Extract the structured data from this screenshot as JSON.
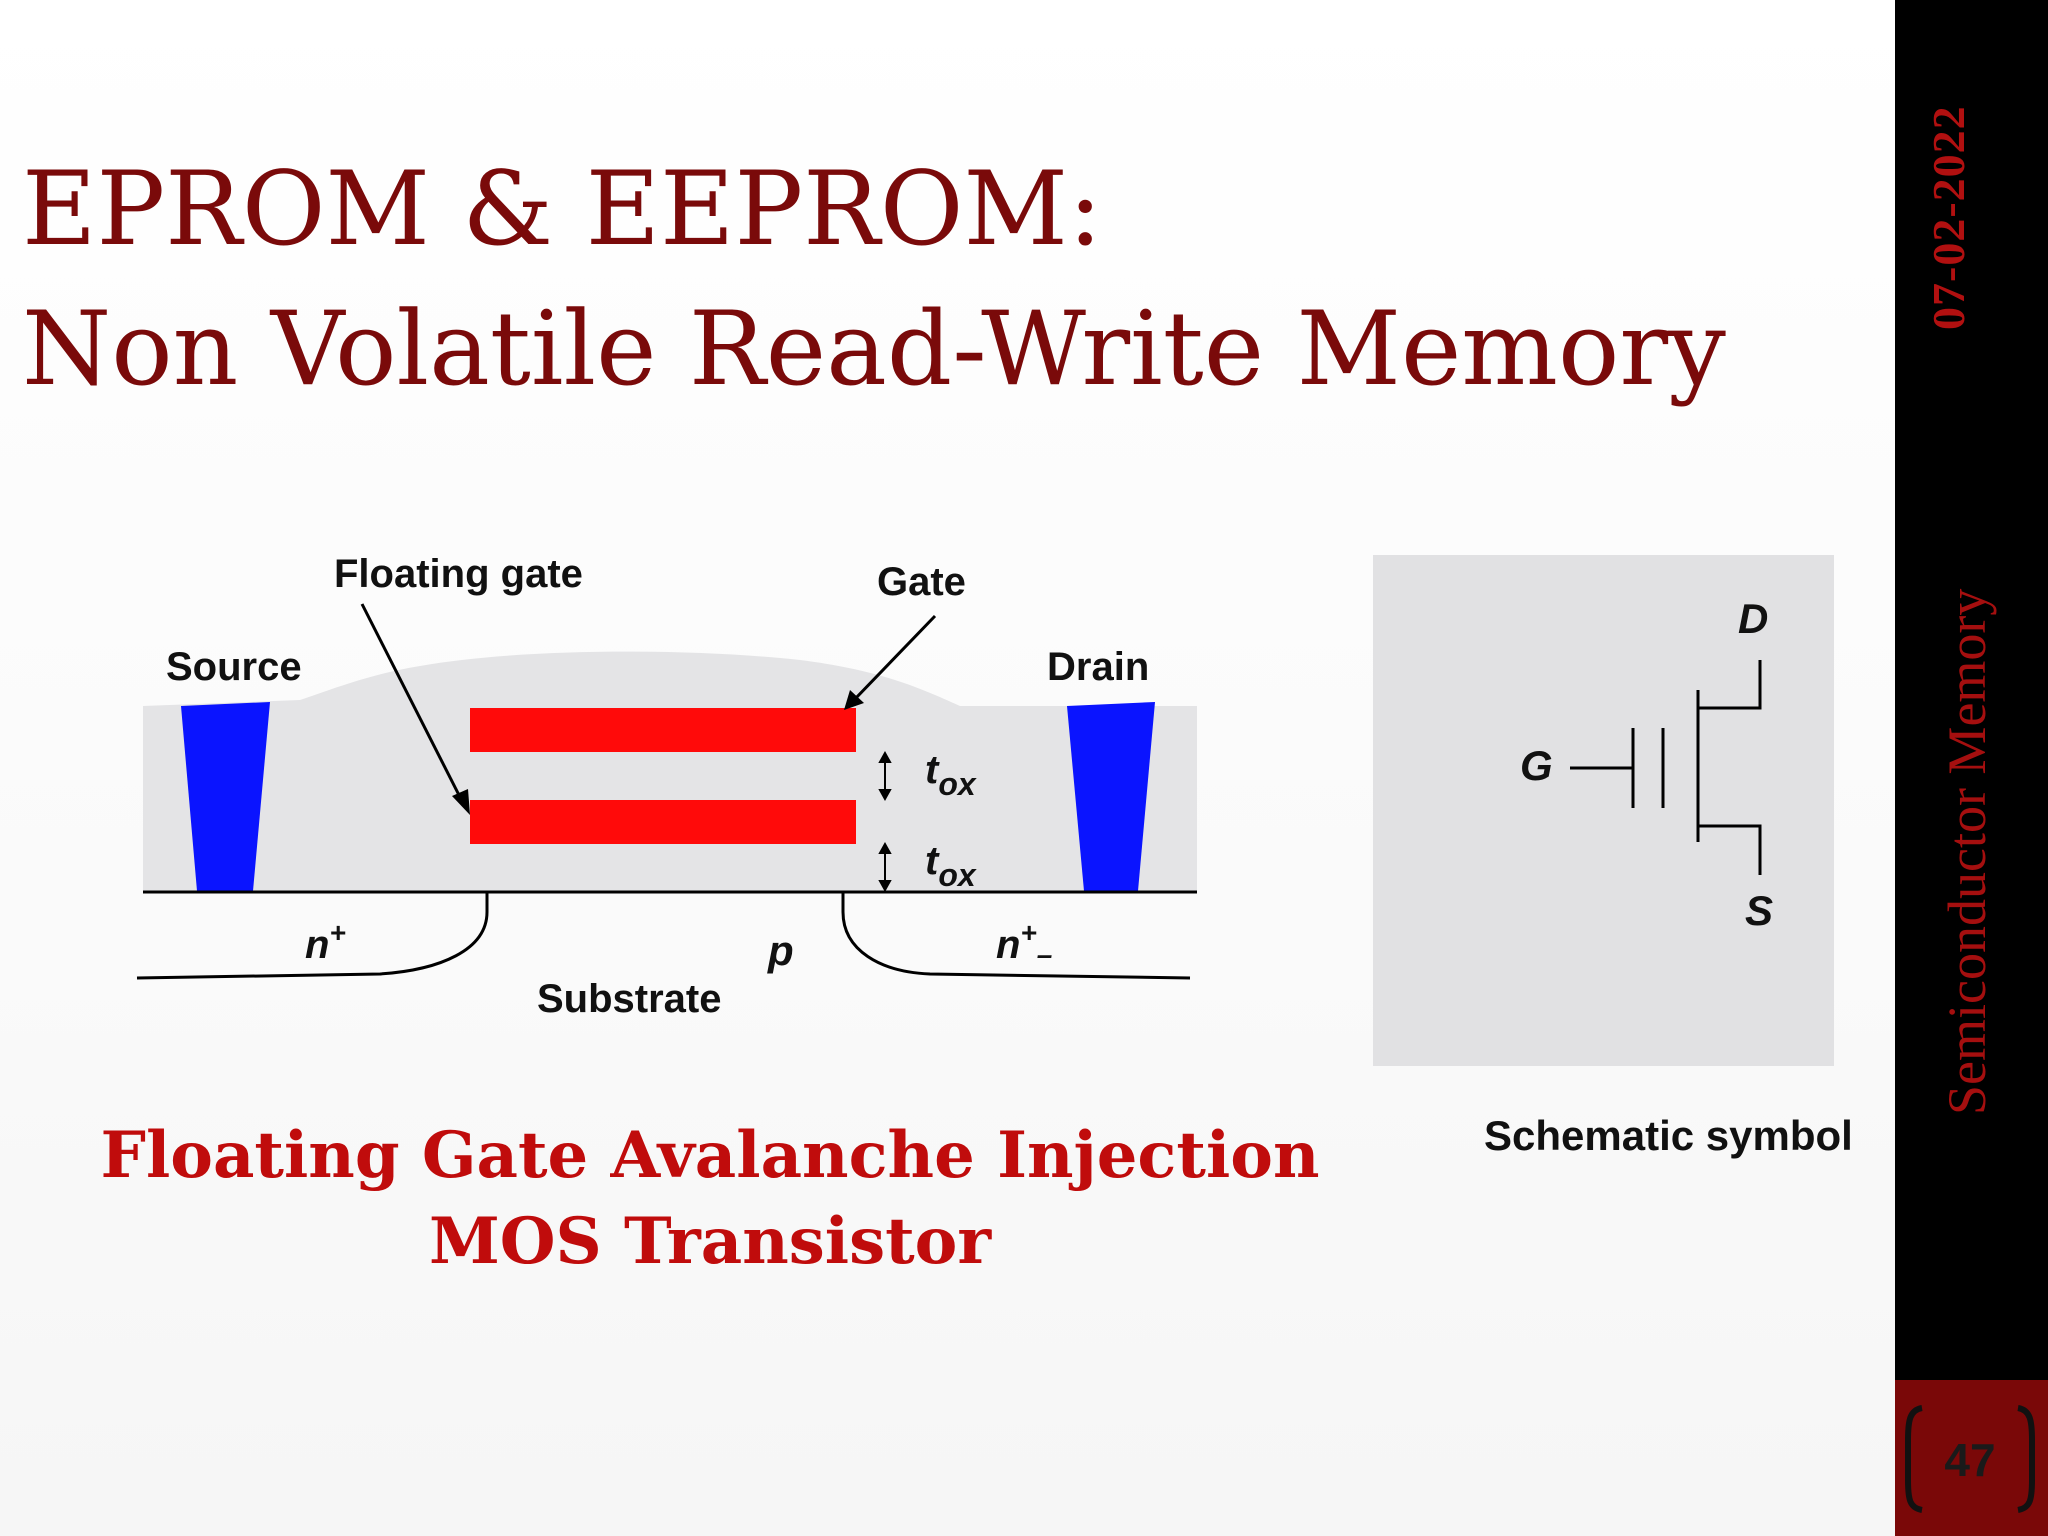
{
  "slide": {
    "title_line1": "EPROM & EEPROM:",
    "title_line2": "Non Volatile Read-Write Memory",
    "caption_line1": "Floating Gate Avalanche Injection",
    "caption_line2": "MOS Transistor",
    "schematic_caption": "Schematic symbol"
  },
  "sidebar": {
    "date": "07-02-2022",
    "topic": "Semiconductor Memory",
    "page_number": "47"
  },
  "cross_section": {
    "source": "Source",
    "drain": "Drain",
    "floating_gate": "Floating gate",
    "gate": "Gate",
    "tox": "t",
    "tox_sub": "ox",
    "n_left": "n",
    "n_left_sup": "+",
    "n_right": "n",
    "n_right_sup": "+",
    "n_right_sub": "–",
    "p": "p",
    "substrate": "Substrate"
  },
  "schematic": {
    "d": "D",
    "g": "G",
    "s": "S"
  },
  "colors": {
    "title": "#7a0a0a",
    "caption": "#c00c0c",
    "gate_red": "#ff0a0a",
    "contact_blue": "#0a14ff",
    "oxide_gray": "#e4e4e6",
    "sidebar_black": "#000000",
    "page_box": "#7a0808"
  }
}
